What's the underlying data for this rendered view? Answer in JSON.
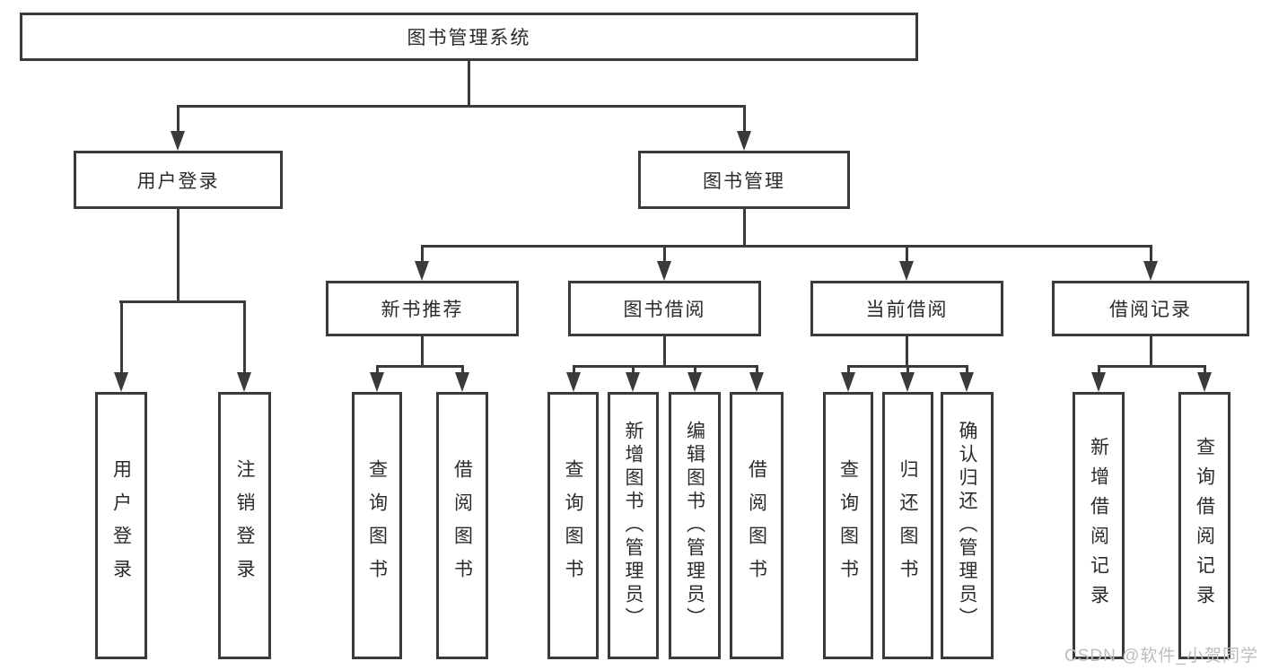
{
  "nodes": {
    "root": "图书管理系统",
    "user_login": "用户登录",
    "book_mgmt": "图书管理",
    "new_book_rec": "新书推荐",
    "book_borrow": "图书借阅",
    "current_borrow": "当前借阅",
    "borrow_records": "借阅记录",
    "leaf_user_login": "用户登录",
    "leaf_logout": "注销登录",
    "leaf_query_book_rec": "查询图书",
    "leaf_borrow_book_rec": "借阅图书",
    "leaf_query_book_borrow": "查询图书",
    "leaf_add_book": "新增图书（管理员）",
    "leaf_edit_book": "编辑图书（管理员）",
    "leaf_borrow_book_borrow": "借阅图书",
    "leaf_query_book_current": "查询图书",
    "leaf_return_book": "归还图书",
    "leaf_confirm_return": "确认归还（管理员）",
    "leaf_add_borrow_record": "新增借阅记录",
    "leaf_query_borrow_record": "查询借阅记录"
  },
  "colors": {
    "line": "#3a3a3a",
    "text": "#2b2b2b",
    "watermark": "#bdbdbd"
  },
  "watermark": "CSDN @软件_小贺同学"
}
